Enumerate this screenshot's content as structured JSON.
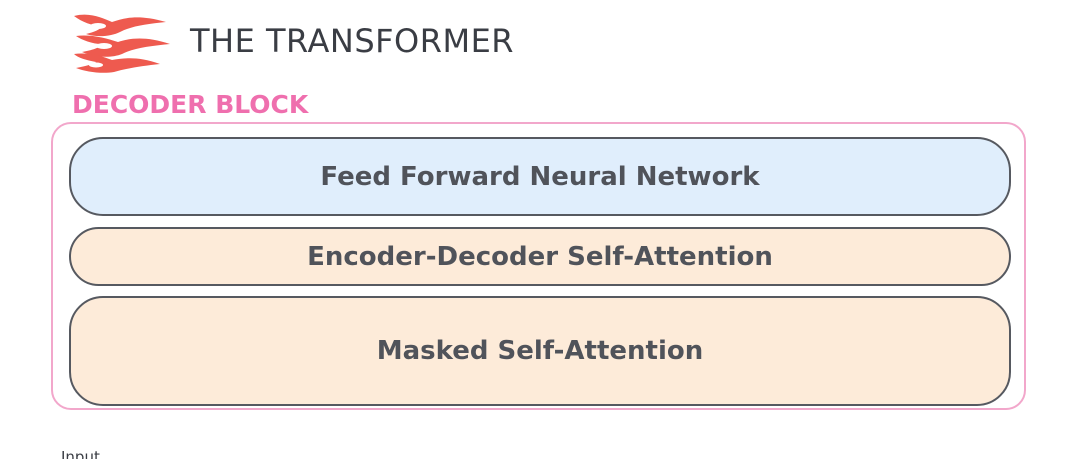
{
  "header": {
    "title": "THE TRANSFORMER",
    "logo_icon": "flame-logo-icon"
  },
  "decoder_block": {
    "label": "DECODER BLOCK",
    "layers": [
      {
        "label": "Feed Forward Neural Network",
        "fill": "#e0eefc"
      },
      {
        "label": "Encoder-Decoder Self-Attention",
        "fill": "#fdebd9"
      },
      {
        "label": "Masked Self-Attention",
        "fill": "#fdebd9"
      }
    ]
  },
  "input": {
    "label": "Input"
  },
  "colors": {
    "accent_pink": "#ef6fae",
    "frame_pink": "#f2a7cb",
    "logo_red": "#ee5a4f",
    "text_dark": "#3a3d44"
  }
}
